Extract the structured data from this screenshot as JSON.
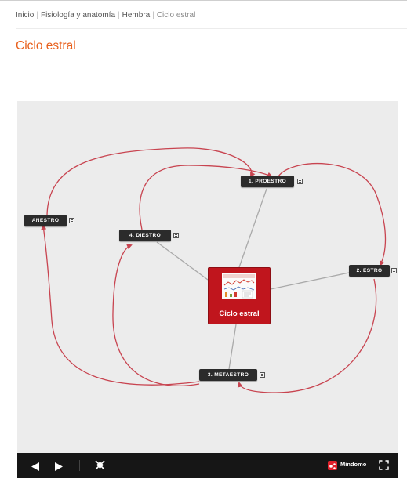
{
  "breadcrumb": {
    "items": [
      "Inicio",
      "Fisiología y anatomía",
      "Hembra"
    ],
    "current": "Ciclo estral",
    "separator": "|"
  },
  "page_title": "Ciclo estral",
  "mindmap": {
    "central_topic": "Ciclo estral",
    "nodes": {
      "proestro": "1. PROESTRO",
      "estro": "2. ESTRO",
      "metaestro": "3. METAESTRO",
      "diestro": "4. DIESTRO",
      "anestro": "ANESTRO"
    },
    "node_notes_icon": "notes-icon",
    "colors": {
      "background": "#ececec",
      "node": "#2b2b2b",
      "center": "#c0151d",
      "cycle_arrow": "#c84450",
      "spoke": "#a9a9a9"
    }
  },
  "toolbar": {
    "prev_icon": "triangle-left-icon",
    "next_icon": "triangle-right-icon",
    "fit_icon": "collapse-arrows-icon",
    "brand": "Mindomo",
    "fullscreen_icon": "fullscreen-icon"
  },
  "colors": {
    "accent": "#e8601c",
    "toolbar": "#161616"
  }
}
